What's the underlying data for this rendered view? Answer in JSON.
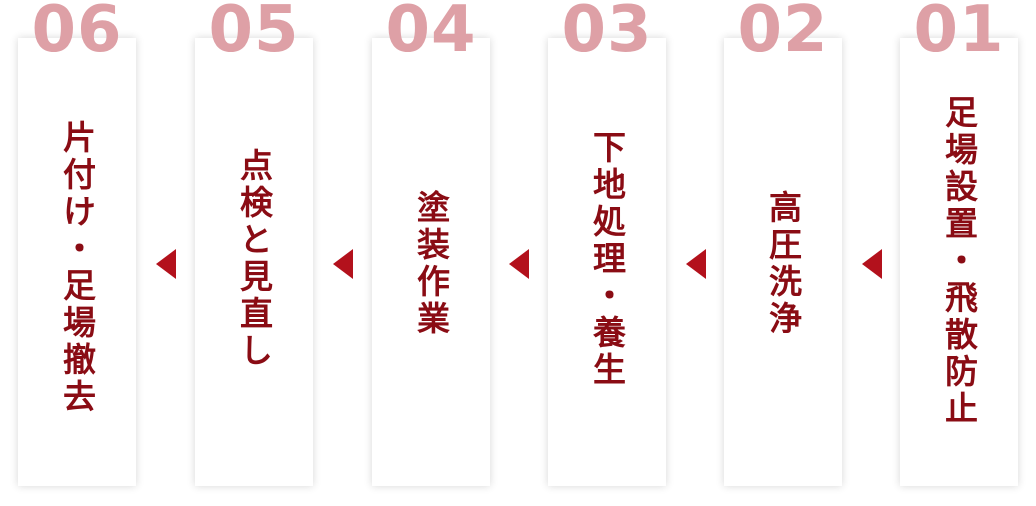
{
  "colors": {
    "number": "#dea0a6",
    "label": "#8a0c14",
    "arrow": "#b3111c",
    "card": "#ffffff"
  },
  "steps": [
    {
      "num": "06",
      "label": "片付け・足場撤去"
    },
    {
      "num": "05",
      "label": "点検と見直し"
    },
    {
      "num": "04",
      "label": "塗装作業"
    },
    {
      "num": "03",
      "label": "下地処理・養生"
    },
    {
      "num": "02",
      "label": "高圧洗浄"
    },
    {
      "num": "01",
      "label": "足場設置・飛散防止"
    }
  ],
  "arrows": [
    {
      "icon": "triangle-left-icon"
    },
    {
      "icon": "triangle-left-icon"
    },
    {
      "icon": "triangle-left-icon"
    },
    {
      "icon": "triangle-left-icon"
    },
    {
      "icon": "triangle-left-icon"
    }
  ]
}
